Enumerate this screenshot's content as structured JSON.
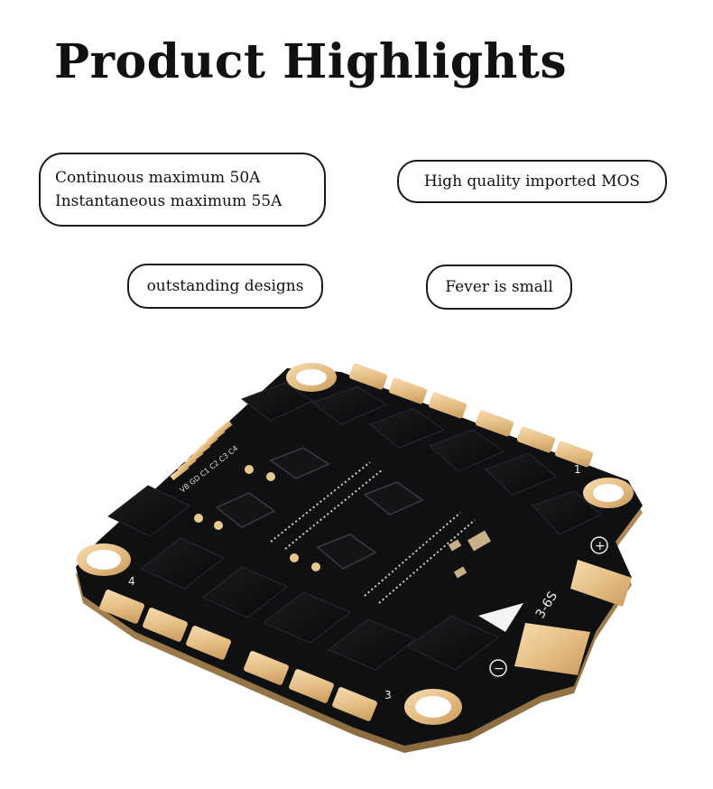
{
  "title": "Product Highlights",
  "highlights": [
    {
      "lines": [
        "Continuous maximum 50A",
        "Instantaneous maximum 55A"
      ]
    },
    {
      "lines": [
        "High quality imported MOS"
      ]
    },
    {
      "lines": [
        "outstanding designs"
      ]
    },
    {
      "lines": [
        "Fever is small"
      ]
    }
  ],
  "board_labels": {
    "voltage": "3-6S",
    "plus": "+",
    "minus": "−",
    "motor_1": "1",
    "motor_3": "3",
    "motor_4": "4",
    "pins": "VB GD C1 C2 C3 C4"
  }
}
